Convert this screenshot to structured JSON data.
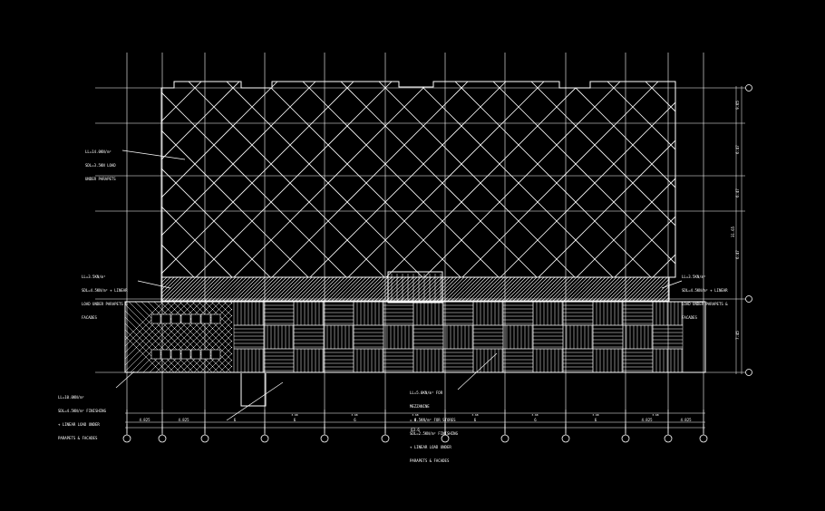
{
  "drawing": {
    "background": "#000000",
    "line_color": "#ffffff",
    "notes": {
      "roof_load": [
        "LL=14.0KN/m²",
        "SDL=3.5KN LOAD",
        "UNDER PARAPETS"
      ],
      "canopy_left": [
        "LL=3.5KN/m²",
        "SDL=4.5KN/m² + LINEAR",
        "LOAD UNDER PARAPETS &",
        "FACADES"
      ],
      "canopy_right": [
        "LL=3.5KN/m²",
        "SDL=4.5KN/m² + LINEAR",
        "LOAD UNDER PARAPETS &",
        "FACADES"
      ],
      "slab_bottom_left": [
        "LL=10.0KN/m²",
        "SDL=4.5KN/m² FINISHING",
        "+ LINEAR LOAD UNDER",
        "PARAPETS & FACADES"
      ],
      "slab_bottom_mid": [
        "LL=5.0KN/m² FOR",
        "MEZZANINE",
        "= 4.5KN/m² FOR STORES",
        "SDL=2.5KN/m² FINISHING",
        "+ LINEAR LOAD UNDER",
        "PARAPETS & FACADES"
      ]
    },
    "dimensions": {
      "bottom_row1": [
        "4.825",
        "4.825",
        "6",
        "6",
        "6",
        "6",
        "6",
        "6",
        "6",
        "4.825",
        "4.825"
      ],
      "bottom_small": [
        "3.68",
        "3.68",
        "3.68",
        "3.68",
        "3.68",
        "3.68",
        "3.68"
      ],
      "bottom_total": "63.6",
      "right_segments": [
        "9.65",
        "6.47",
        "6.47",
        "6.47",
        "7.45"
      ],
      "right_total": "31.65"
    }
  }
}
